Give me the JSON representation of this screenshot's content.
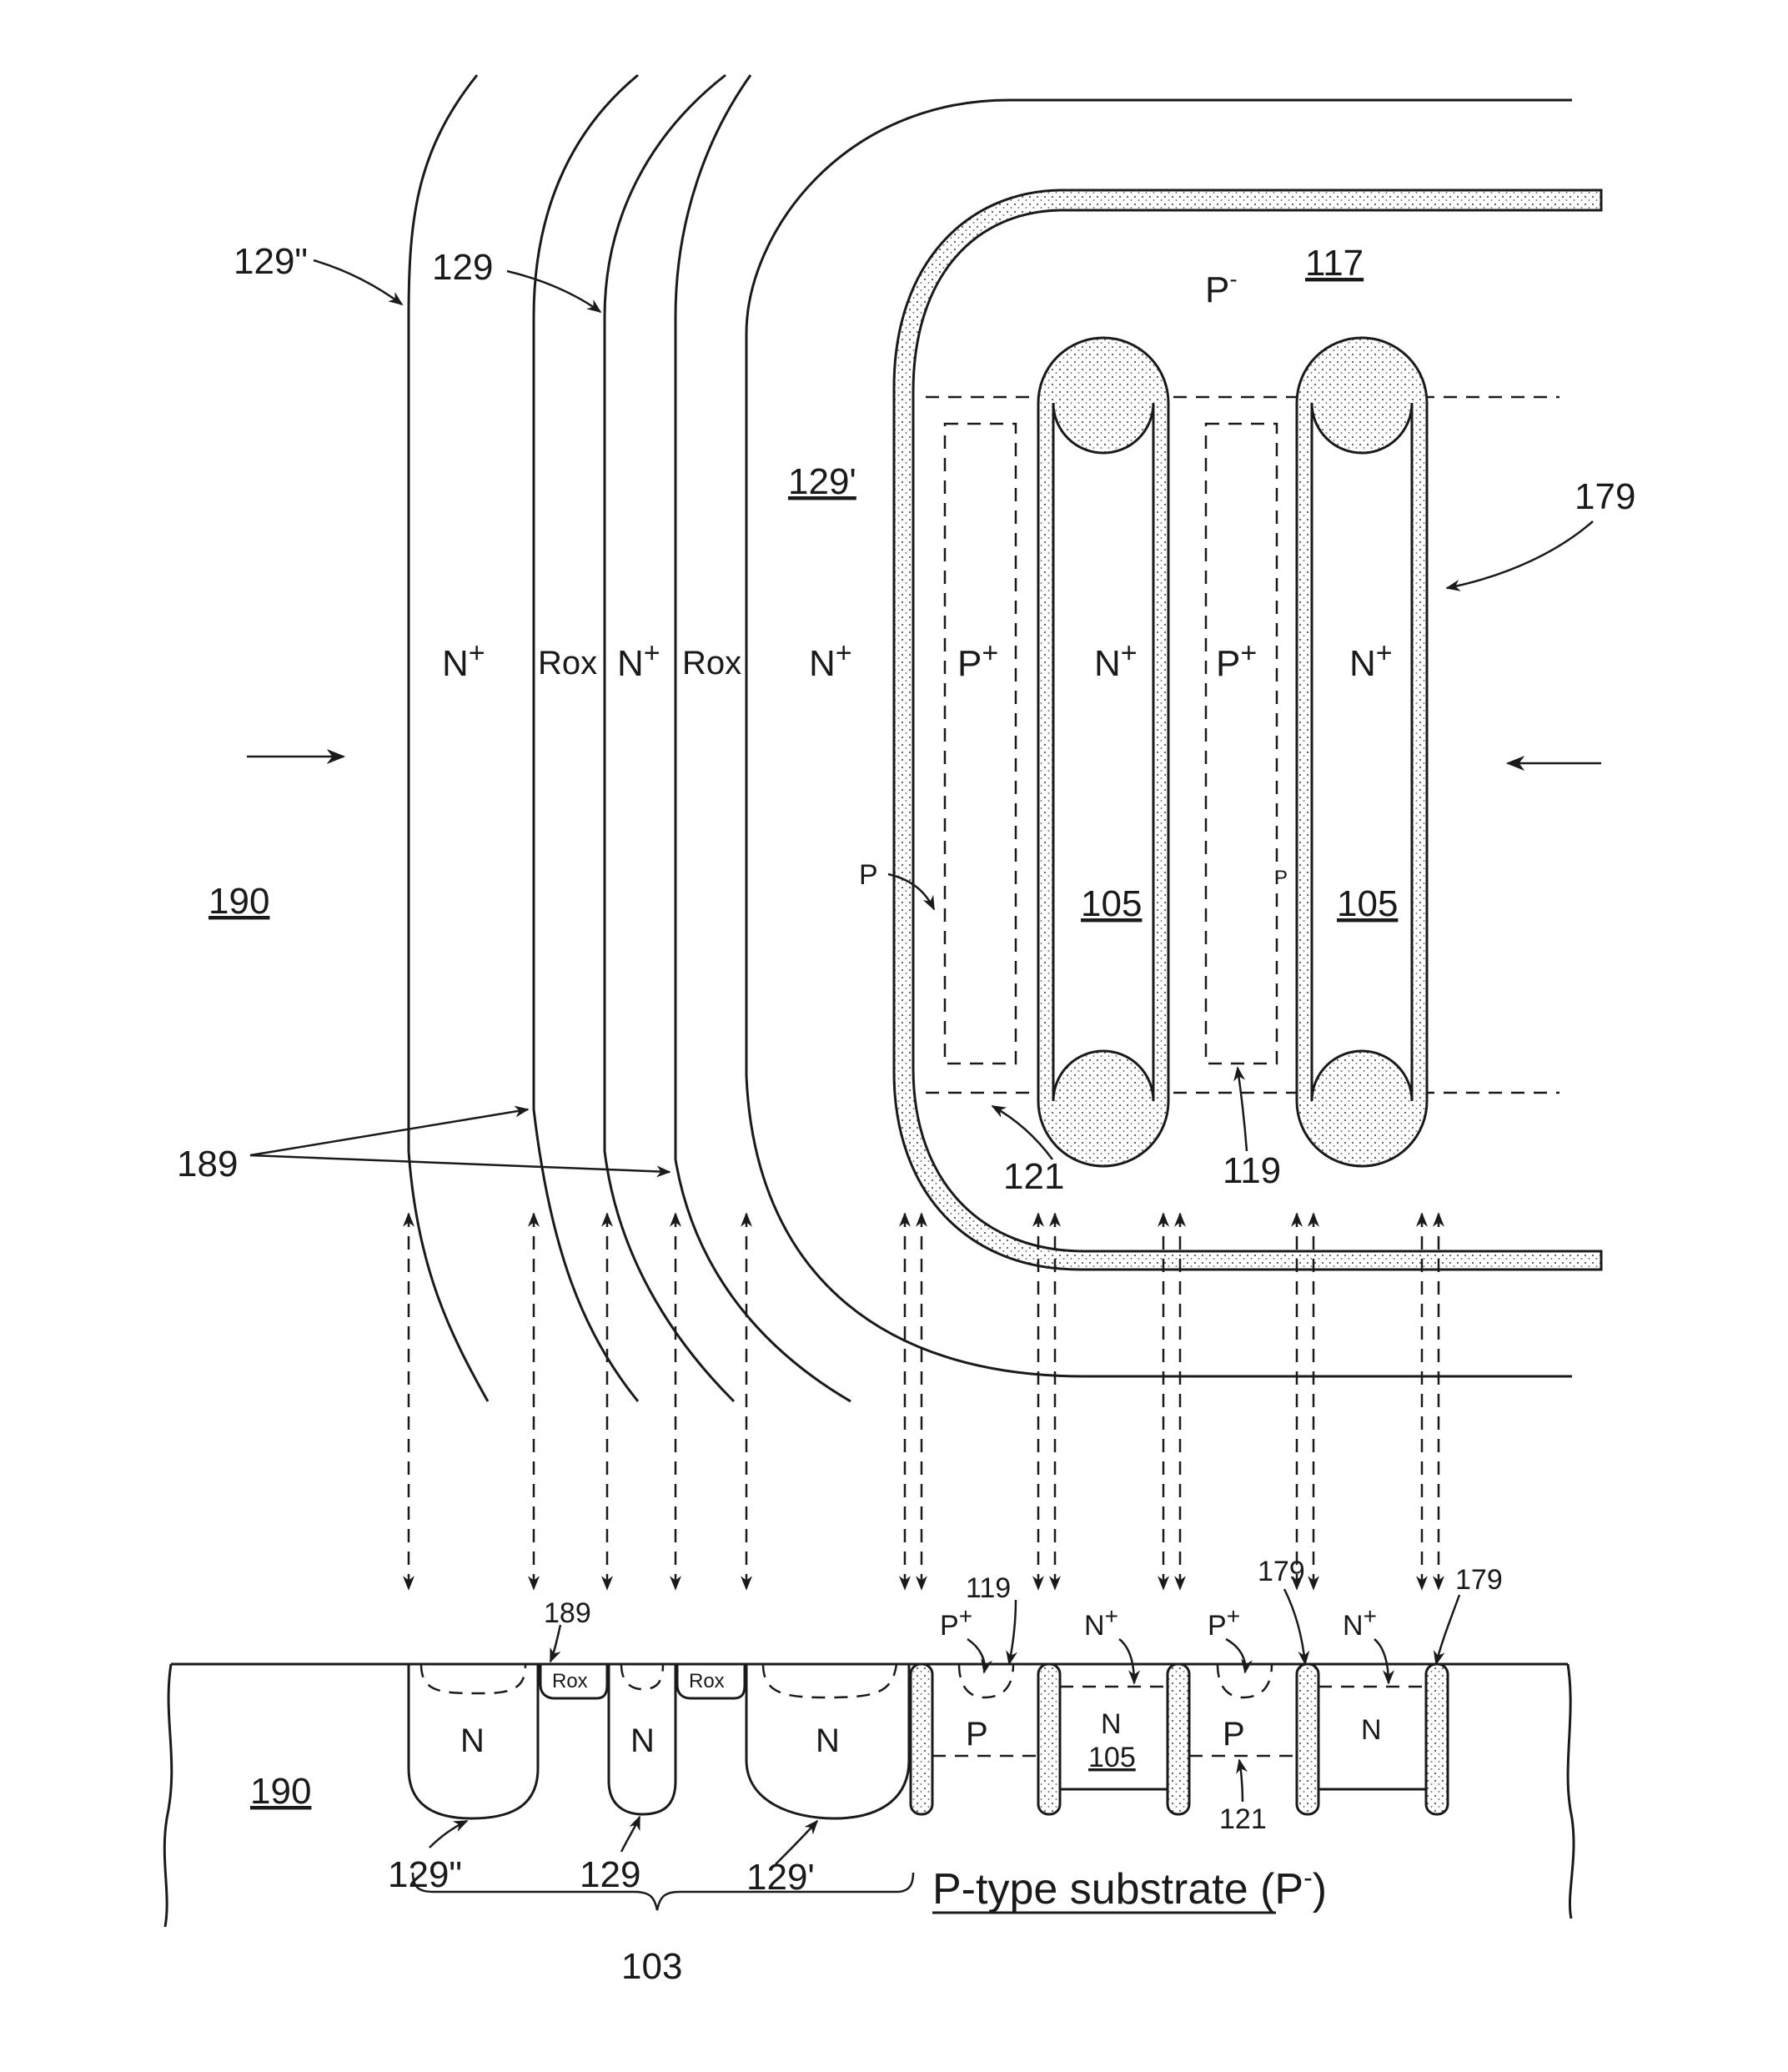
{
  "labels": {
    "ref_129dp_top": "129\"",
    "ref_129_top": "129",
    "ref_117": "117",
    "p_minus_top": "P",
    "p_minus_top_sup": "-",
    "ref_129p_top": "129'",
    "ref_179_top": "179",
    "nplus_1": "N",
    "rox_1": "Rox",
    "nplus_2": "N",
    "rox_2": "Rox",
    "nplus_3": "N",
    "pplus_1": "P",
    "nplus_4": "N",
    "pplus_2": "P",
    "nplus_5": "N",
    "plus_sign": "+",
    "ref_190_top": "190",
    "p_small_1": "P",
    "p_small_2": "P",
    "ref_105_a": "105",
    "ref_105_b": "105",
    "ref_121_top": "121",
    "ref_119_top": "119",
    "ref_189": "189",
    "ref_189_bot": "189",
    "ref_119_bot": "119",
    "pplus_bot_1": "P",
    "nplus_bot_1": "N",
    "ref_179_bot_1": "179",
    "pplus_bot_2": "P",
    "nplus_bot_2": "N",
    "ref_179_bot_2": "179",
    "rox_bot_1": "Rox",
    "rox_bot_2": "Rox",
    "n_bot_1": "N",
    "n_bot_2": "N",
    "n_bot_3": "N",
    "p_bot_1": "P",
    "n_bot_4": "N",
    "ref_105_bot": "105",
    "p_bot_2": "P",
    "n_bot_5": "N",
    "ref_190_bot": "190",
    "ref_121_bot": "121",
    "ref_129dp_bot": "129\"",
    "ref_129_bot": "129",
    "ref_129p_bot": "129'",
    "substrate": "P-type substrate (P",
    "substrate_sup": "-",
    "substrate_close": ")",
    "ref_103": "103"
  },
  "colors": {
    "line": "#1a1a1a",
    "background": "#ffffff",
    "stipple_dot": "#555555"
  }
}
